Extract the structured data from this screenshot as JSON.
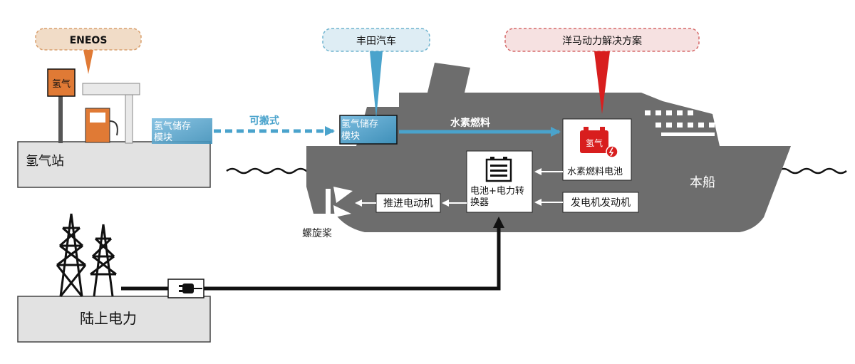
{
  "labels": {
    "eneos": "ENEOS",
    "toyota": "丰田汽车",
    "yanmar": "洋马动力解决方案",
    "h2_sign": "氢气",
    "h2_station": "氢气站",
    "storage_left_1": "氢气储存",
    "storage_left_2": "模块",
    "portable": "可搬式",
    "storage_ship_1": "氢气储存",
    "storage_ship_2": "模块",
    "hydrogen_fuel": "水素燃料",
    "fuel_cell": "水素燃料电池",
    "fuel_cell_icon": "氢气",
    "converter_1": "电池+电力转",
    "converter_2": "换器",
    "propulsion_motor": "推进电动机",
    "generator_engine": "发电机发动机",
    "propeller": "螺旋桨",
    "this_ship": "本船",
    "shore_power": "陆上电力"
  },
  "colors": {
    "ship": "#6d6d6d",
    "ground": "#e2e2e2",
    "eneos_bg": "#f1dcc7",
    "eneos_border": "#d9a06e",
    "toyota_bg": "#deedf4",
    "toyota_border": "#6fb4cf",
    "yanmar_bg": "#f6e1e1",
    "yanmar_border": "#d66a6a",
    "blue_arrow": "#4aa3cc",
    "red_arrow": "#d81e1e",
    "orange_arrow": "#e07a35",
    "storage_blue": "#4f9fc4",
    "battery_red": "#d81e1e"
  }
}
